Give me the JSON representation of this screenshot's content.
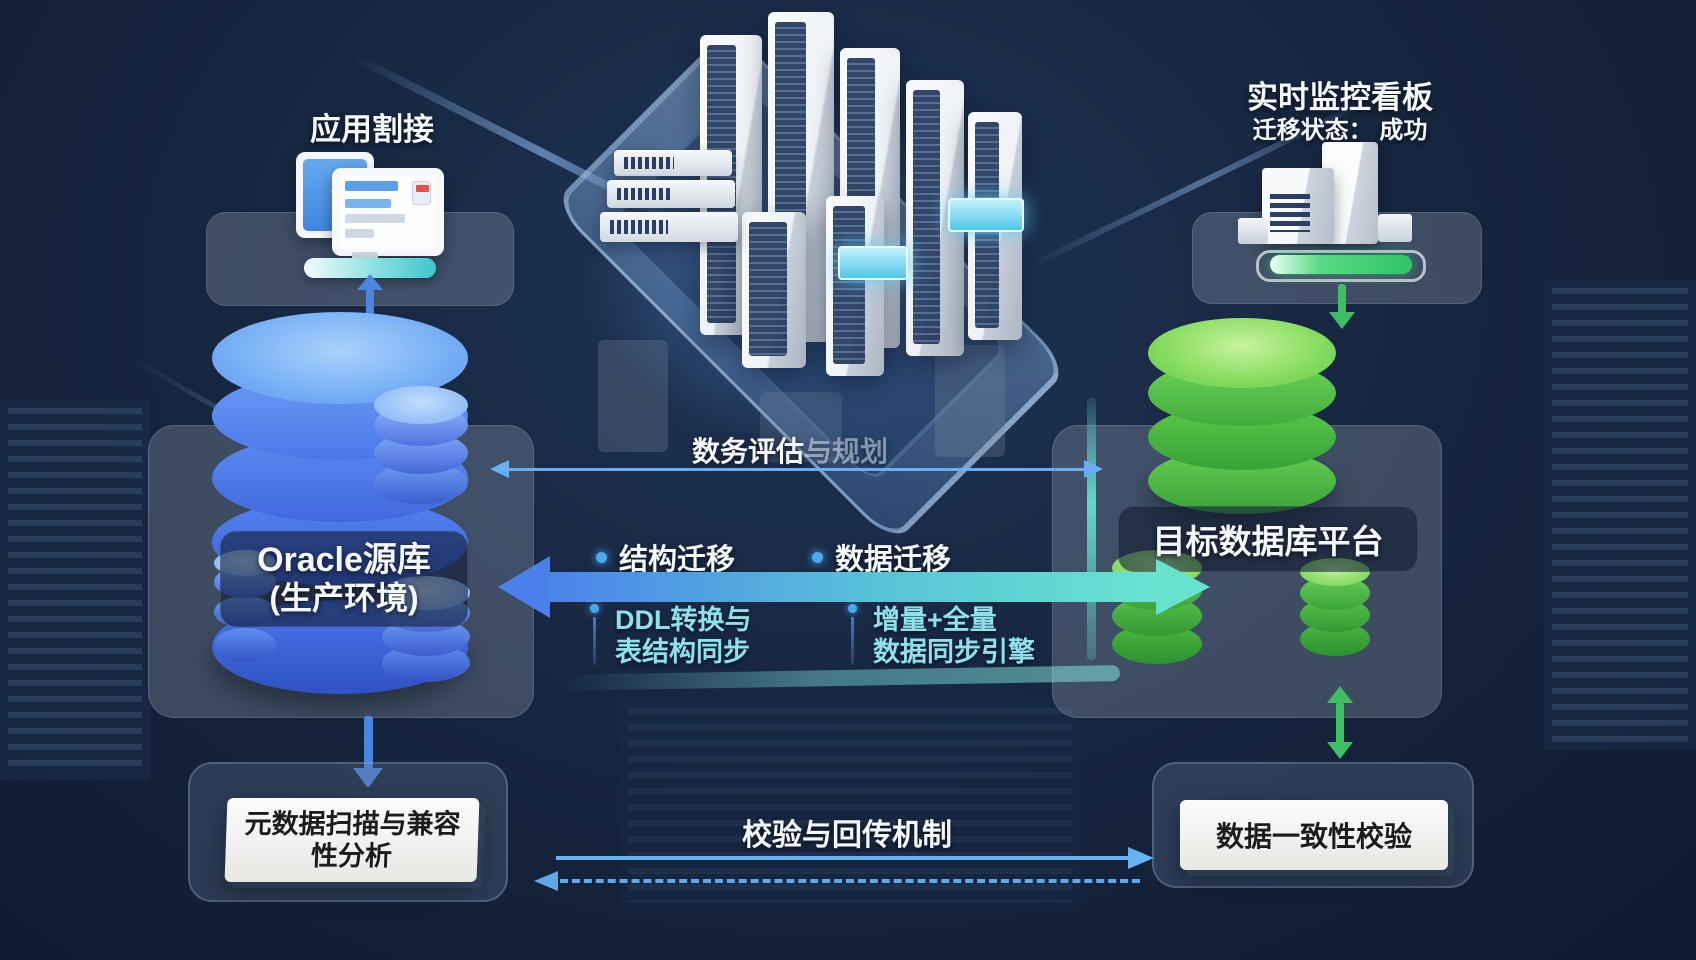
{
  "colors": {
    "background": "#16263f",
    "accent_blue": "#4a86e8",
    "accent_teal": "#5fd9c9",
    "accent_green": "#3fbf63",
    "cyan_text": "#8ee0ec",
    "white_text": "#f5f8fc",
    "source_db_blue": "#4f7ff0",
    "target_db_green": "#5cc64e"
  },
  "icons": {
    "up_arrow_glyph": "↑",
    "app_cutover_icon": "dual-monitor-icon",
    "monitoring_icon": "server-building-icon"
  },
  "app_cutover": {
    "label": "应用割接"
  },
  "monitoring": {
    "title": "实时监控看板",
    "status_line": "迁移状态： 成功"
  },
  "assessment": {
    "caption_main": "数务评估",
    "caption_faded": "与规划"
  },
  "source_db": {
    "title": "Oracle源库",
    "subtitle": "(生产环境)"
  },
  "target_db": {
    "title": "目标数据库平台"
  },
  "migration": {
    "structure_label": "结构迁移",
    "data_label": "数据迁移",
    "ddl_line1": "DDL转换与",
    "ddl_line2": "表结构同步",
    "sync_line1": "增量+全量",
    "sync_line2": "数据同步引擎"
  },
  "bottom": {
    "metadata_line1": "元数据扫描与兼容",
    "metadata_line2": "性分析",
    "verify_label": "校验与回传机制",
    "consistency_label": "数据一致性校验"
  }
}
